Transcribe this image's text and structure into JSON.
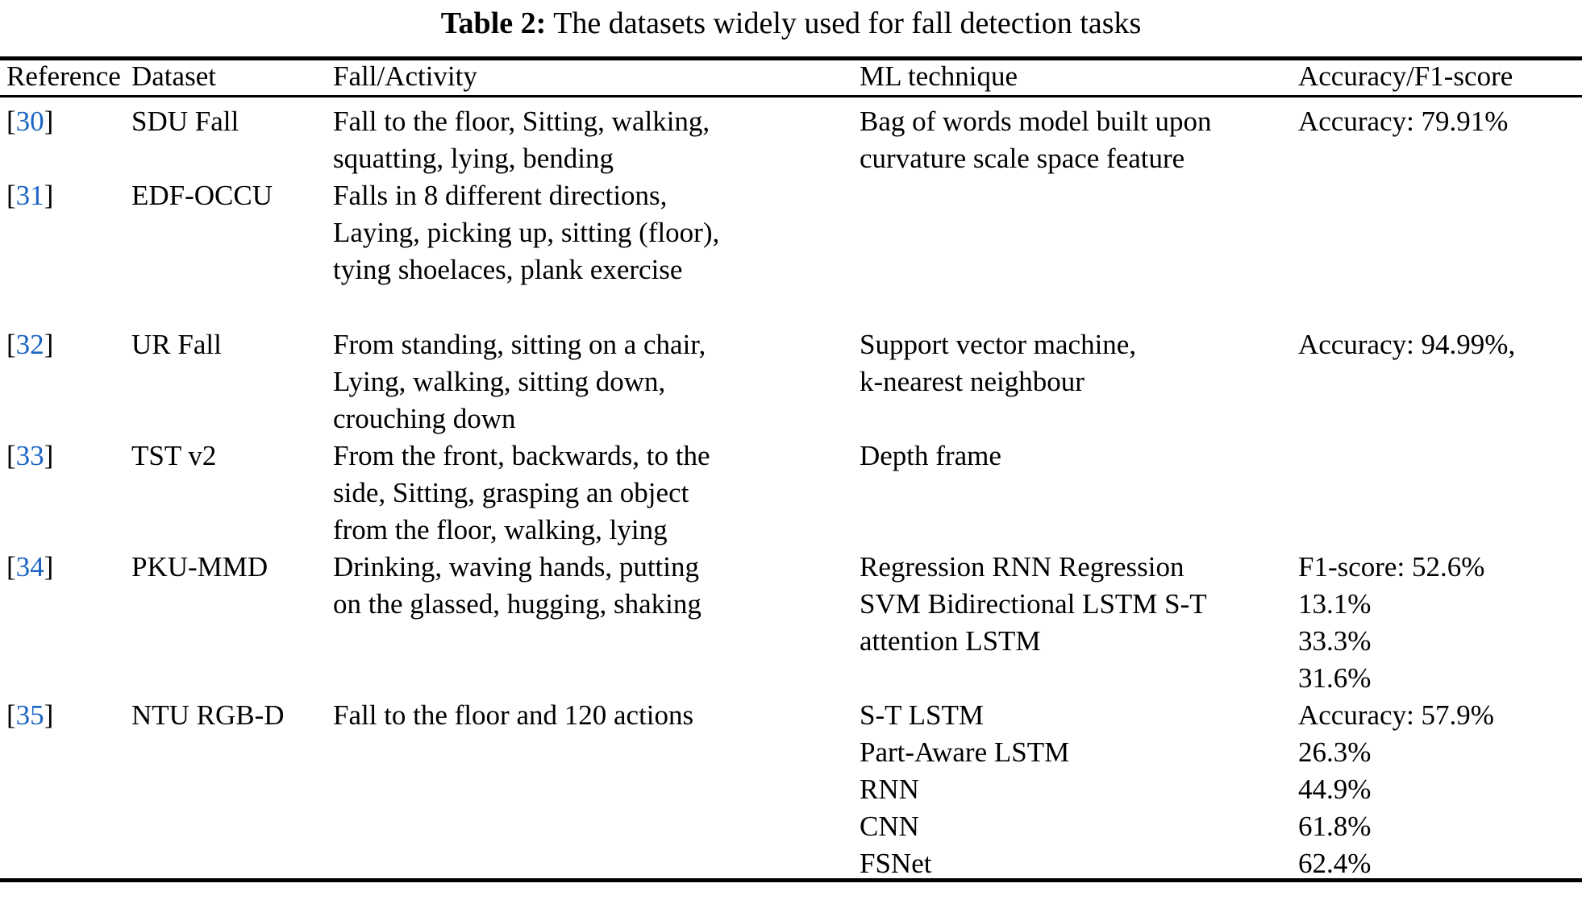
{
  "caption": {
    "label": "Table 2:",
    "text": "The datasets widely used for fall detection tasks"
  },
  "colors": {
    "reference_link": "#1b64c4",
    "text": "#000000",
    "rule": "#000000",
    "background": "#ffffff"
  },
  "table": {
    "columns": [
      {
        "key": "reference",
        "header": "Reference"
      },
      {
        "key": "dataset",
        "header": "Dataset"
      },
      {
        "key": "activity",
        "header": "Fall/Activity"
      },
      {
        "key": "ml_technique",
        "header": "ML technique"
      },
      {
        "key": "accuracy",
        "header": "Accuracy/F1-score"
      }
    ],
    "rows": [
      {
        "reference": "30",
        "reference_display": "[30]",
        "dataset": "SDU Fall",
        "activity": "Fall to the floor, Sitting, walking,\nsquatting, lying, bending",
        "ml_technique": "Bag of words model built upon\ncurvature scale space feature",
        "accuracy": "Accuracy: 79.91%"
      },
      {
        "reference": "31",
        "reference_display": "[31]",
        "dataset": "EDF-OCCU",
        "activity": "Falls in 8 different directions,\nLaying, picking up, sitting (floor),\ntying shoelaces, plank exercise",
        "ml_technique": "",
        "accuracy": ""
      },
      {
        "reference": "32",
        "reference_display": "[32]",
        "dataset": "UR Fall",
        "activity": "From standing, sitting on a chair,\nLying, walking, sitting down,\ncrouching down",
        "ml_technique": "Support vector machine,\nk-nearest neighbour",
        "accuracy": "Accuracy: 94.99%,"
      },
      {
        "reference": "33",
        "reference_display": "[33]",
        "dataset": "TST v2",
        "activity": "From the front, backwards, to the\nside, Sitting, grasping an object\nfrom the floor, walking, lying",
        "ml_technique": "Depth frame",
        "accuracy": ""
      },
      {
        "reference": "34",
        "reference_display": "[34]",
        "dataset": "PKU-MMD",
        "activity": "Drinking, waving hands, putting\non the glassed, hugging, shaking",
        "ml_technique": "Regression RNN Regression\nSVM Bidirectional LSTM S-T\nattention LSTM",
        "accuracy": "F1-score: 52.6%\n13.1%\n33.3%\n31.6%"
      },
      {
        "reference": "35",
        "reference_display": "[35]",
        "dataset": "NTU RGB-D",
        "activity": "Fall to the floor and 120 actions",
        "ml_technique": "S-T LSTM\nPart-Aware LSTM\nRNN\nCNN\nFSNet",
        "accuracy": "Accuracy: 57.9%\n26.3%\n44.9%\n61.8%\n62.4%"
      }
    ]
  }
}
